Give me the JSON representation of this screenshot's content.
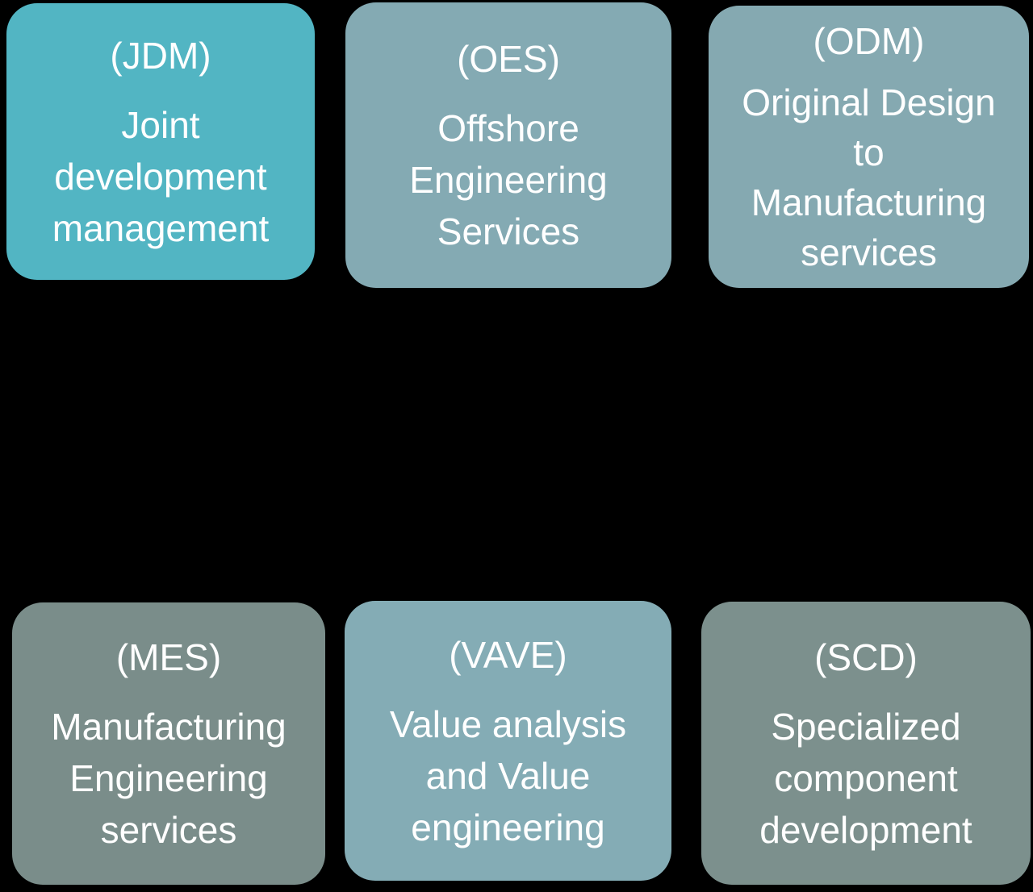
{
  "canvas": {
    "background": "#000000",
    "text_color": "#ffffff"
  },
  "boxes": [
    {
      "abbr": "(JDM)",
      "label": "Joint\ndevelopment\nmanagement",
      "full_name": "Joint development management",
      "color": "#52b5c3"
    },
    {
      "abbr": "(OES)",
      "label": "Offshore\nEngineering\nServices",
      "full_name": "Offshore Engineering Services",
      "color": "#84aab3"
    },
    {
      "abbr": "(ODM)",
      "label": "Original Design\nto\nManufacturing\nservices",
      "full_name": "Original Design to Manufacturing services",
      "color": "#85a9b1"
    },
    {
      "abbr": "(MES)",
      "label": "Manufacturing\nEngineering\nservices",
      "full_name": "Manufacturing Engineering services",
      "color": "#7a8d8a"
    },
    {
      "abbr": "(VAVE)",
      "label": "Value analysis\nand Value\nengineering",
      "full_name": "Value analysis and Value engineering",
      "color": "#84acb5"
    },
    {
      "abbr": "(SCD)",
      "label": "Specialized\ncomponent\ndevelopment",
      "full_name": "Specialized component development",
      "color": "#7c908d"
    }
  ]
}
